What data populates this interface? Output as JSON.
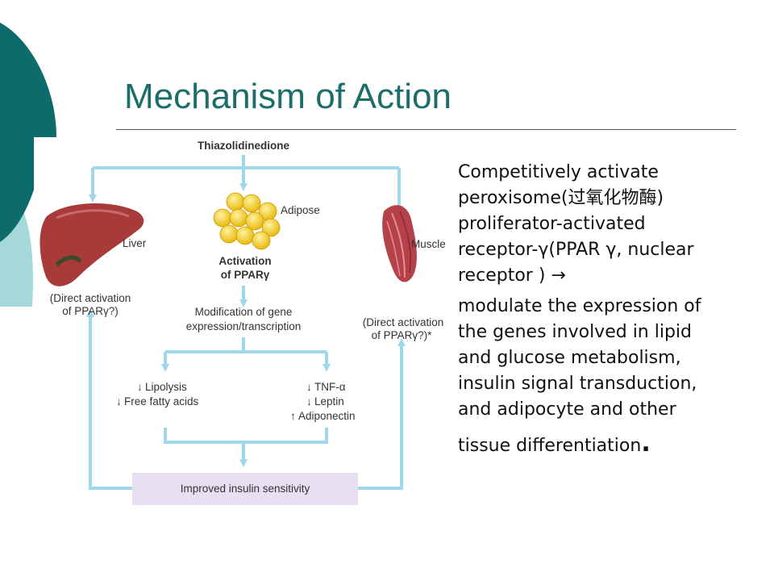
{
  "slide": {
    "title": "Mechanism of Action",
    "body": {
      "line1": "Competitively activate",
      "line2": "peroxisome(过氧化物酶)",
      "line3": "proliferator-activated",
      "line4": "receptor-γ(PPAR γ, nuclear",
      "line5": "receptor ) →",
      "line6": "modulate the expression of",
      "line7": "the genes involved in lipid",
      "line8": "and glucose metabolism,",
      "line9": "insulin signal transduction,",
      "line10": "and adipocyte and other",
      "line11": "tissue differentiation",
      "end_punct": "."
    }
  },
  "diagram": {
    "top": "Thiazolidinedione",
    "adipose": "Adipose",
    "activation1": "Activation",
    "activation2": "of PPARγ",
    "liver": "Liver",
    "liver_note1": "(Direct activation",
    "liver_note2": "of PPARγ?)",
    "muscle": "Muscle",
    "muscle_note1": "(Direct activation",
    "muscle_note2": "of PPARγ?)*",
    "mod1": "Modification of gene",
    "mod2": "expression/transcription",
    "left1": "Lipolysis",
    "left2": "Free fatty acids",
    "right1": "TNF-α",
    "right2": "Leptin",
    "right3": "Adiponectin",
    "bottom": "Improved insulin sensitivity"
  },
  "colors": {
    "title": "#1b6e6a",
    "arrow": "#9fd8e8",
    "box": "#e7dff2",
    "deco_dark": "#0e6b6b",
    "deco_light": "#8ecfd0"
  }
}
